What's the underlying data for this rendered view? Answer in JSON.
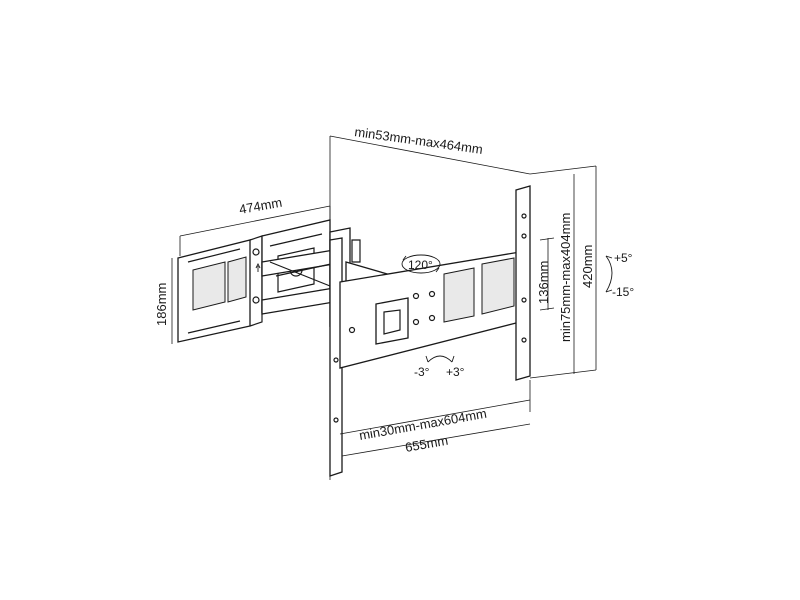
{
  "dimensions": {
    "depth": "474mm",
    "height_plate": "186mm",
    "extension": "min53mm-max464mm",
    "vesa_vertical_inner": "136mm",
    "vesa_vertical_range": "min75mm-max404mm",
    "plate_height": "420mm",
    "vesa_horizontal_range": "min30mm-max604mm",
    "plate_width": "655mm"
  },
  "angles": {
    "swivel": "120°",
    "tilt_up": "+5°",
    "tilt_down": "-15°",
    "rotate_left": "-3°",
    "rotate_right": "+3°"
  }
}
